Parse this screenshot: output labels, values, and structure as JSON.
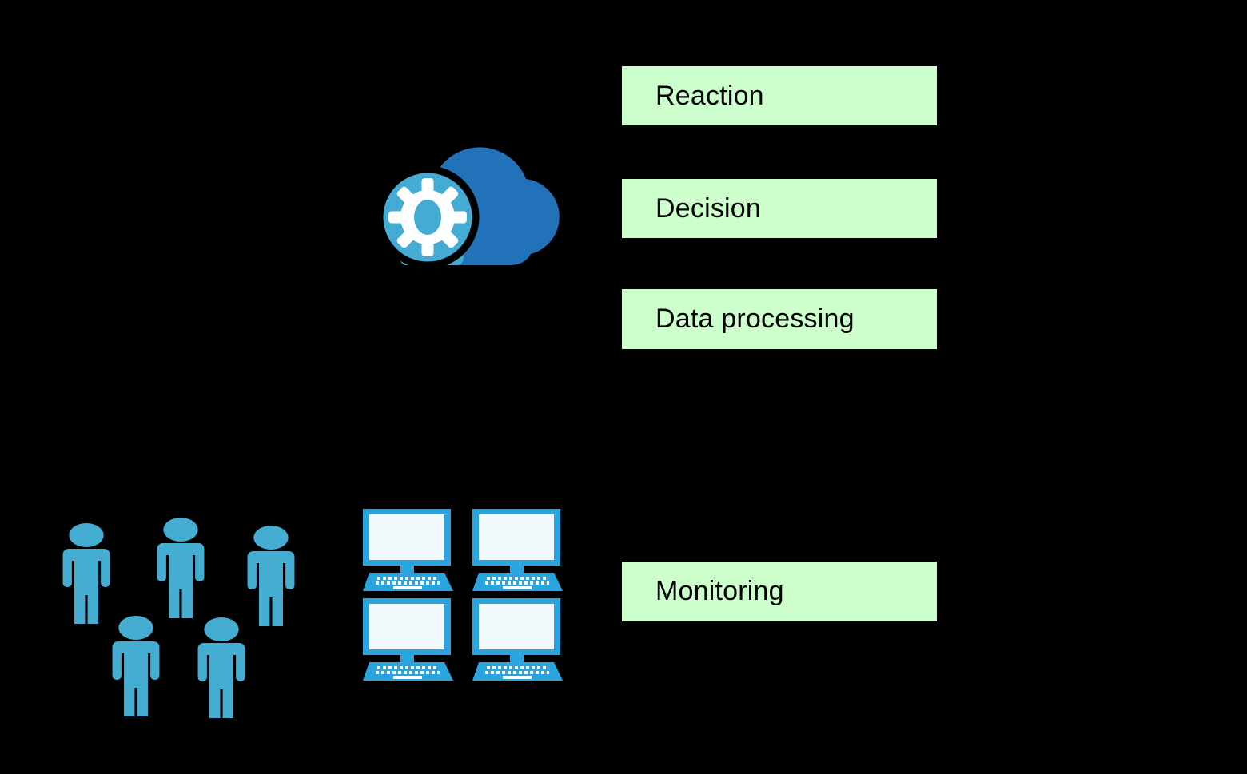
{
  "diagram": {
    "background_color": "#000000",
    "stages": [
      {
        "label": "Reaction"
      },
      {
        "label": "Decision"
      },
      {
        "label": "Data processing"
      },
      {
        "label": "Monitoring"
      }
    ],
    "cloud": {
      "icon": "cloud-gear-icon",
      "dark_blue": "#2272B9",
      "light_blue": "#44ACD4",
      "gear_color": "#FFFFFF"
    },
    "users": {
      "icon": "user-icon",
      "count": 5,
      "color": "#45ACD2"
    },
    "workstations": {
      "icon": "monitor-keyboard-icon",
      "count": 4,
      "frame_color": "#29A4DF",
      "screen_color": "#F3FAFD"
    },
    "stage_style": {
      "fill": "#CCFFCC",
      "text_color": "#000000"
    }
  }
}
